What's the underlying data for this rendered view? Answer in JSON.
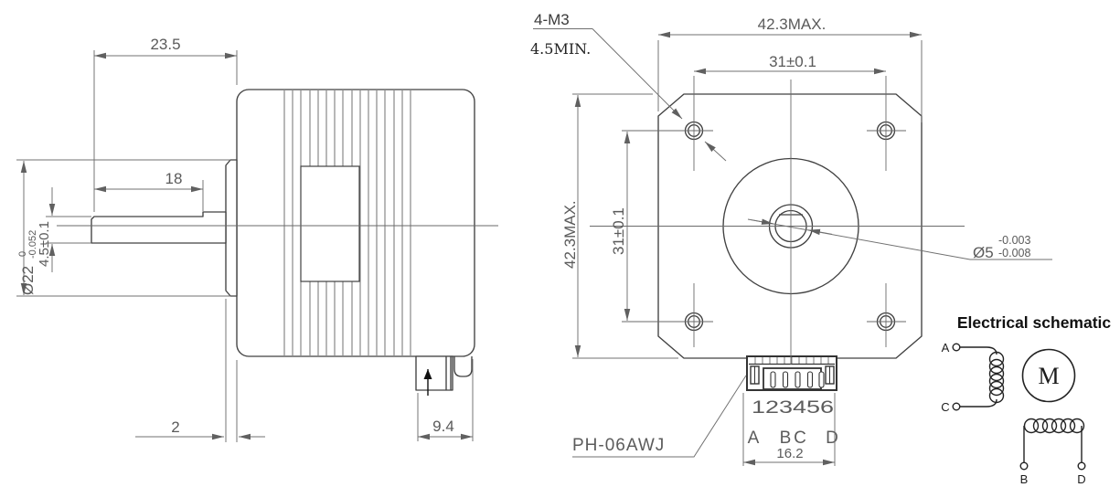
{
  "side_view": {
    "dim_shaft_length": "23.5",
    "dim_flat_length": "18",
    "dim_boss_dia": {
      "main": "Ø22",
      "sup": "0",
      "sub": "-0.052"
    },
    "dim_flat_height": "4.5±0.1",
    "dim_boss_depth": "2",
    "dim_connector_width": "9.4"
  },
  "front_view": {
    "dim_width_max": "42.3MAX.",
    "dim_hole_spacing_h": "31±0.1",
    "dim_height_max": "42.3MAX.",
    "dim_hole_spacing_v": "31±0.1",
    "label_mount_holes": "4-M3",
    "label_thread_depth": "4.5MIN.",
    "dim_shaft_dia": {
      "main": "Ø5",
      "sup": "-0.003",
      "sub": "-0.008"
    },
    "connector": {
      "label": "PH-06AWJ",
      "pin_numbers": "123456",
      "pin_letters": [
        "A",
        "B",
        "C",
        "D"
      ],
      "dim_pitch": "16.2"
    }
  },
  "schematic": {
    "title": "Electrical schematic",
    "motor_label": "M",
    "terminal_a": "A",
    "terminal_b": "B",
    "terminal_c": "C",
    "terminal_d": "D"
  },
  "colors": {
    "object_line": "#414141",
    "dimension_line": "#707070",
    "dimension_text": "#5a5a5a",
    "schematic_line": "#222222"
  }
}
